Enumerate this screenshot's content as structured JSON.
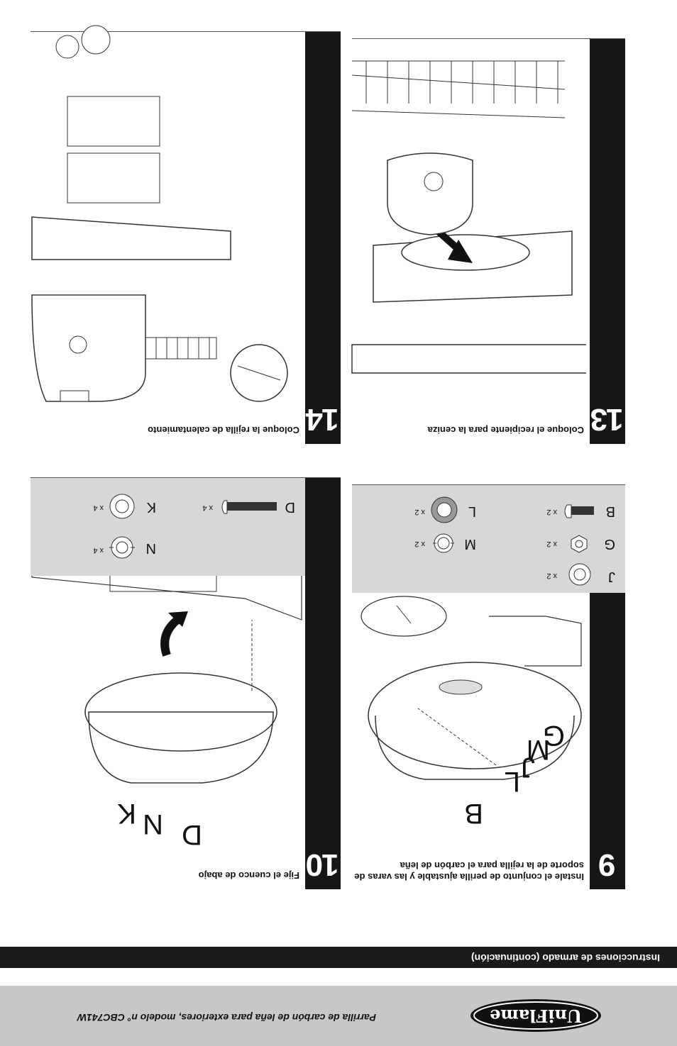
{
  "footer": {
    "brand": "UniFlame",
    "model_line": "Parrilla de carbón de leña para exteriores, modelo n° CBC741W"
  },
  "section": {
    "title": "Instrucciones de armado (continuación)"
  },
  "steps": [
    {
      "number": "9",
      "caption_line1": "Instale el conjunto de perilla ajustable y las varas de",
      "caption_line2": "soporte de la rejilla para el carbón de leña",
      "parts": [
        {
          "letter": "B",
          "qty": "x 2",
          "icon": "bolt-icon"
        },
        {
          "letter": "G",
          "qty": "x 2",
          "icon": "nut-icon"
        },
        {
          "letter": "J",
          "qty": "x 2",
          "icon": "washer-icon"
        },
        {
          "letter": "L",
          "qty": "x 2",
          "icon": "thick-washer-icon"
        },
        {
          "letter": "M",
          "qty": "x 2",
          "icon": "lock-washer-icon"
        }
      ],
      "callouts": [
        "B",
        "L",
        "J",
        "M",
        "G"
      ]
    },
    {
      "number": "10",
      "caption": "Fije el cuenco de abajo",
      "parts": [
        {
          "letter": "D",
          "qty": "x 4",
          "icon": "bolt-icon"
        },
        {
          "letter": "K",
          "qty": "x 4",
          "icon": "washer-icon"
        },
        {
          "letter": "N",
          "qty": "x 4",
          "icon": "lock-washer-icon"
        }
      ],
      "callouts": [
        "D",
        "N",
        "K"
      ]
    },
    {
      "number": "13",
      "caption": "Coloque el recipiente para la ceniza"
    },
    {
      "number": "14",
      "caption": "Coloque la rejilla de calentamiento"
    }
  ],
  "colors": {
    "tab": "#161616",
    "parts_bg": "#d7d7d7",
    "footer_bg": "#c8c8c8"
  }
}
